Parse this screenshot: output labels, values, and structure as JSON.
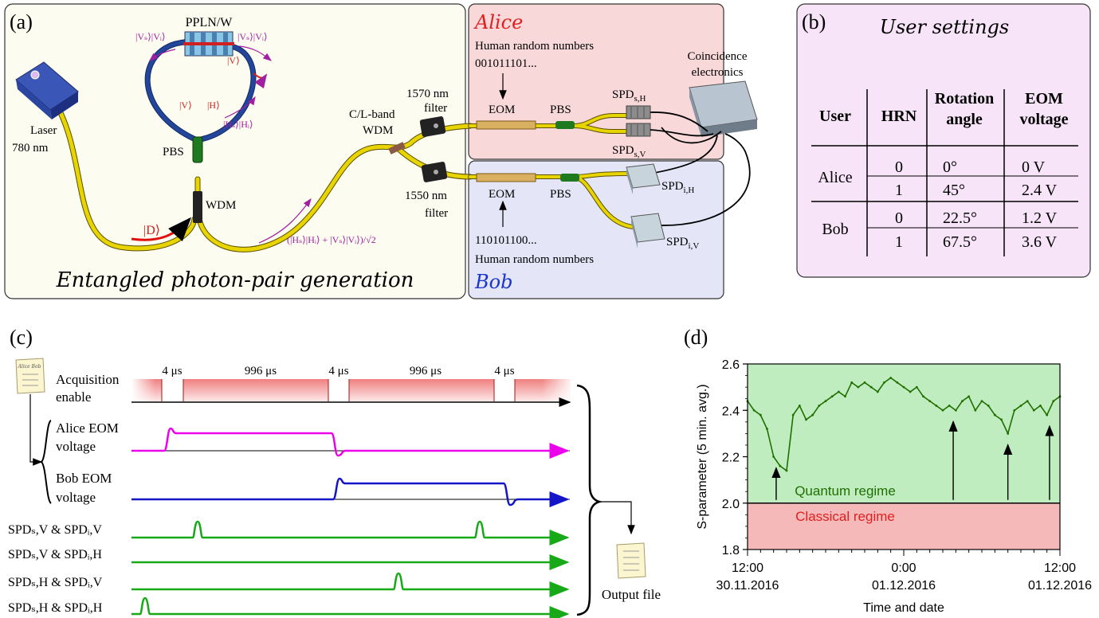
{
  "panel_a": {
    "label": "(a)",
    "source_title": "PPLN/W",
    "state_vs_vi": "|Vₛ⟩|Vᵢ⟩",
    "state_v": "|V⟩",
    "state_h": "|H⟩",
    "state_hs_hi": "|Hₛ⟩|Hᵢ⟩",
    "laser_label_1": "Laser",
    "laser_label_2": "780 nm",
    "pbs": "PBS",
    "wdm": "WDM",
    "pump_state": "|D⟩",
    "bell_state": "(|Hₛ⟩|Hᵢ⟩ + |Vₛ⟩|Vᵢ⟩)/√2",
    "cl_wdm_1": "C/L-band",
    "cl_wdm_2": "WDM",
    "filter_1570_1": "1570 nm",
    "filter_1570_2": "filter",
    "filter_1550_1": "1550 nm",
    "filter_1550_2": "filter",
    "footer": "Entangled photon-pair generation",
    "alice_name": "Alice",
    "alice_hrn_label": "Human random numbers",
    "alice_bits": "001011101...",
    "alice_eom": "EOM",
    "alice_pbs": "PBS",
    "spd_sh": "SPD",
    "spd_sh_sub": "s,H",
    "spd_sv": "SPD",
    "spd_sv_sub": "s,V",
    "coincidence_1": "Coincidence",
    "coincidence_2": "electronics",
    "bob_name": "Bob",
    "bob_eom": "EOM",
    "bob_pbs": "PBS",
    "bob_bits": "110101100...",
    "bob_hrn_label": "Human random numbers",
    "spd_ih": "SPD",
    "spd_ih_sub": "i,H",
    "spd_iv": "SPD",
    "spd_iv_sub": "i,V"
  },
  "panel_b": {
    "label": "(b)",
    "title": "User settings",
    "headers": [
      "User",
      "HRN",
      "Rotation angle",
      "EOM voltage"
    ],
    "rows": [
      {
        "user": "Alice",
        "hrn": "0",
        "angle": "0°",
        "voltage": "0 V"
      },
      {
        "user": "",
        "hrn": "1",
        "angle": "45°",
        "voltage": "2.4 V"
      },
      {
        "user": "Bob",
        "hrn": "0",
        "angle": "22.5°",
        "voltage": "1.2 V"
      },
      {
        "user": "",
        "hrn": "1",
        "angle": "67.5°",
        "voltage": "3.6 V"
      }
    ]
  },
  "panel_c": {
    "label": "(c)",
    "gap_1": "4 μs",
    "window_1": "996 μs",
    "gap_2": "4 μs",
    "window_2": "996 μs",
    "gap_3": "4 μs",
    "acq_1": "Acquisition",
    "acq_2": "enable",
    "alice_1": "Alice EOM",
    "alice_2": "voltage",
    "bob_1": "Bob EOM",
    "bob_2": "voltage",
    "sig1": "SPDₛ,V & SPDᵢ,V",
    "sig2": "SPDₛ,V & SPDᵢ,H",
    "sig3": "SPDₛ,H & SPDᵢ,V",
    "sig4": "SPDₛ,H & SPDᵢ,H",
    "output": "Output file",
    "scroll_top": "Alice Bob"
  },
  "panel_d": {
    "label": "(d)",
    "quantum": "Quantum regime",
    "classical": "Classical regime"
  },
  "colors": {
    "panel_a_bg": "#fdfcf0",
    "alice_bg": "#f8d8d8",
    "bob_bg": "#e4e6f8",
    "panel_b_bg": "#f8e4f8",
    "fiber": "#e8d400",
    "fiber_blue": "#23459a",
    "quantum": "#bfedc0",
    "classical": "#f6b9b9",
    "series": "#207000"
  },
  "chart_data": {
    "type": "line",
    "title": "",
    "xlabel": "Time and date",
    "ylabel": "S-parameter (5 min. avg.)",
    "ylim": [
      1.8,
      2.6
    ],
    "yticks": [
      1.8,
      2.0,
      2.2,
      2.4,
      2.6
    ],
    "xlim": [
      0,
      24
    ],
    "xticks": [
      {
        "x": 0,
        "top": "12:00",
        "bottom": "30.11.2016"
      },
      {
        "x": 12,
        "top": "0:00",
        "bottom": "01.12.2016"
      },
      {
        "x": 24,
        "top": "12:00",
        "bottom": "01.12.2016"
      }
    ],
    "threshold": 2.0,
    "arrows_x": [
      2.2,
      15.8,
      20.0,
      23.2
    ],
    "x": [
      0,
      0.5,
      1,
      1.5,
      2,
      2.5,
      3,
      3.5,
      4,
      4.5,
      5,
      5.5,
      6,
      6.5,
      7,
      7.5,
      8,
      8.5,
      9,
      9.5,
      10,
      10.5,
      11,
      11.5,
      12,
      12.5,
      13,
      13.5,
      14,
      14.5,
      15,
      15.5,
      16,
      16.5,
      17,
      17.5,
      18,
      18.5,
      19,
      19.5,
      20,
      20.5,
      21,
      21.5,
      22,
      22.5,
      23,
      23.5,
      24
    ],
    "series": [
      {
        "values": [
          2.44,
          2.4,
          2.38,
          2.32,
          2.2,
          2.16,
          2.14,
          2.38,
          2.42,
          2.36,
          2.38,
          2.42,
          2.44,
          2.46,
          2.48,
          2.46,
          2.52,
          2.5,
          2.52,
          2.5,
          2.48,
          2.52,
          2.54,
          2.52,
          2.5,
          2.48,
          2.5,
          2.46,
          2.44,
          2.42,
          2.4,
          2.42,
          2.4,
          2.44,
          2.46,
          2.4,
          2.44,
          2.42,
          2.38,
          2.36,
          2.3,
          2.4,
          2.42,
          2.44,
          2.4,
          2.42,
          2.38,
          2.44,
          2.46
        ]
      }
    ]
  }
}
